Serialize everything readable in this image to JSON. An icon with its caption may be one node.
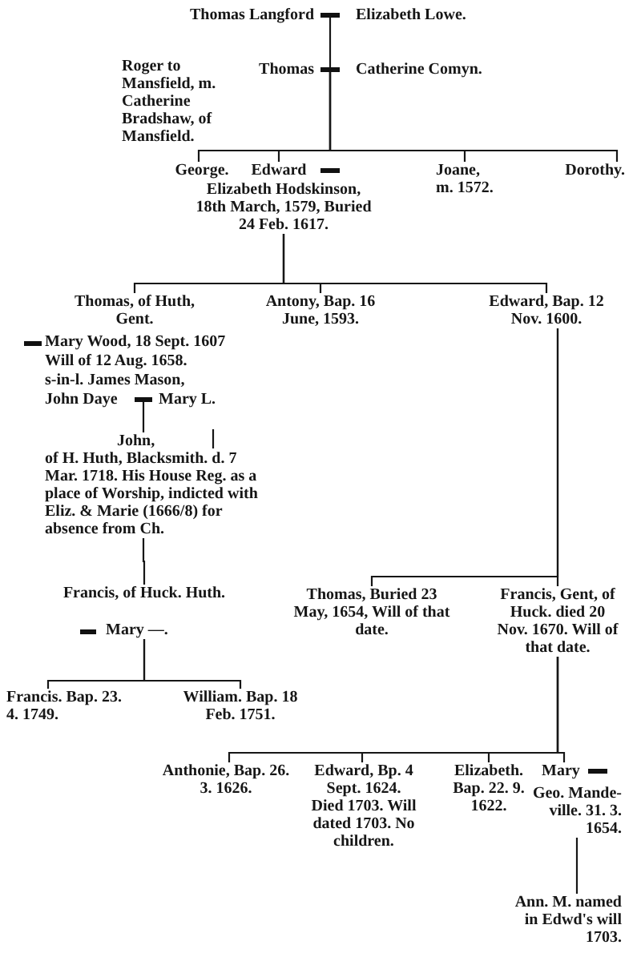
{
  "diagram": {
    "nodes": [
      {
        "text": [
          "Thomas Langford"
        ]
      },
      {
        "text": [],
        "shape": "bar"
      },
      {
        "text": [
          "Elizabeth Lowe."
        ]
      },
      {
        "text": [
          "Roger to Mansfield, m. Catherine Bradshaw, of Mansfield."
        ]
      },
      {
        "text": [
          "Thomas"
        ]
      },
      {
        "text": [],
        "shape": "bar"
      },
      {
        "text": [
          "Catherine Comyn."
        ]
      },
      {
        "text": [
          "George."
        ]
      },
      {
        "text": [
          "Edward"
        ]
      },
      {
        "text": [],
        "shape": "bar"
      },
      {
        "text": [
          "Elizabeth Hodskinson, 18th March, 1579, Buried 24 Feb. 1617."
        ]
      },
      {
        "text": [
          "Joane, m. 1572."
        ]
      },
      {
        "text": [
          "Dorothy."
        ]
      },
      {
        "text": [
          "Thomas, of Huth, Gent."
        ]
      },
      {
        "text": [],
        "shape": "bar"
      },
      {
        "text": [
          "Mary Wood, 18 Sept. 1607"
        ]
      },
      {
        "text": [
          "John Daye"
        ]
      },
      {
        "text": [],
        "shape": "bar"
      },
      {
        "text": [
          "Mary L."
        ]
      },
      {
        "text": [
          "Antony, Bap. 16 June, 1593."
        ]
      },
      {
        "text": [
          "Edward, Bap. 12 Nov. 1600."
        ]
      },
      {
        "text": [
          "John,",
          "of H. Huth, Blacksmith. d. 7 Mar. 1718. His House Reg. as a place of Worship, indicted with Eliz. & Marie (1666/8) for absence from Ch."
        ]
      },
      {
        "text": [
          "Francis, of Huck. Huth."
        ]
      },
      {
        "text": [],
        "shape": "bar"
      },
      {
        "text": [
          "Mary —."
        ]
      },
      {
        "text": [
          "Francis. Bap. 23. 4. 1749."
        ]
      },
      {
        "text": [
          "William. Bap. 18 Feb. 1751."
        ]
      },
      {
        "text": [
          "Thomas, Buried 23 May, 1654, Will of that date."
        ]
      },
      {
        "text": [
          "Francis, Gent, of Huck. died 20 Nov. 1670. Will of that date."
        ]
      },
      {
        "text": [
          "Anthonie, Bap. 26. 3. 1626."
        ]
      },
      {
        "text": [
          "Edward, Bp. 4 Sept. 1624. Died 1703. Will dated 1703. No children."
        ]
      },
      {
        "text": [
          "Elizabeth. Bap. 22. 9. 1622."
        ]
      },
      {
        "text": [
          "Mary"
        ]
      },
      {
        "text": [],
        "shape": "bar"
      },
      {
        "text": [
          "Geo. Mande- ville. 31. 3. 1654."
        ]
      },
      {
        "text": [
          "Ann. M. named in Edwd's will 1703."
        ]
      }
    ],
    "edges": [
      {
        "from": 1,
        "to": 5,
        "arrow": "none"
      },
      {
        "from": 5,
        "to": 7,
        "arrow": "none"
      },
      {
        "from": 5,
        "to": 8,
        "arrow": "none"
      },
      {
        "from": 5,
        "to": 11,
        "arrow": "none"
      },
      {
        "from": 5,
        "to": 12,
        "arrow": "none"
      },
      {
        "from": 10,
        "to": 13,
        "arrow": "none"
      },
      {
        "from": 10,
        "to": 19,
        "arrow": "none"
      },
      {
        "from": 10,
        "to": 20,
        "arrow": "none"
      },
      {
        "from": 17,
        "to": 21,
        "arrow": "none"
      },
      {
        "from": 21,
        "to": 22,
        "arrow": "none"
      },
      {
        "from": 24,
        "to": 25,
        "arrow": "none"
      },
      {
        "from": 24,
        "to": 26,
        "arrow": "none"
      },
      {
        "from": 20,
        "to": 27,
        "arrow": "none"
      },
      {
        "from": 20,
        "to": 28,
        "arrow": "none"
      },
      {
        "from": 28,
        "to": 29,
        "arrow": "none"
      },
      {
        "from": 28,
        "to": 30,
        "arrow": "none"
      },
      {
        "from": 28,
        "to": 31,
        "arrow": "none"
      },
      {
        "from": 28,
        "to": 32,
        "arrow": "none"
      },
      {
        "from": 34,
        "to": 35,
        "arrow": "none"
      }
    ],
    "labels": [
      "Will of 12 Aug. 1658.",
      "s-in-l. James Mason,"
    ]
  }
}
